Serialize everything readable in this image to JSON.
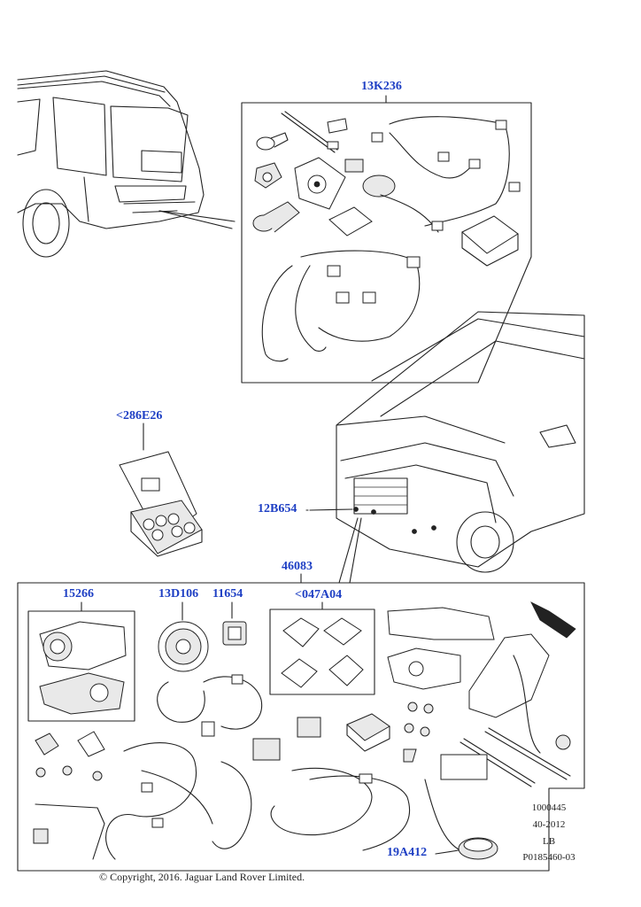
{
  "callouts": {
    "c13K236": "13K236",
    "c286E26": "<286E26",
    "c12B654": "12B654",
    "c46083": "46083",
    "c15266": "15266",
    "c13D106": "13D106",
    "c11654": "11654",
    "c047A04": "<047A04",
    "c19A412": "19A412"
  },
  "reference": {
    "line1": "1000445",
    "line2": "40-2012",
    "line3": "LB",
    "line4": "P0185460-03"
  },
  "copyright": "© Copyright, 2016. Jaguar Land Rover Limited.",
  "colors": {
    "callout": "#1e3fc4",
    "line": "#222222"
  }
}
